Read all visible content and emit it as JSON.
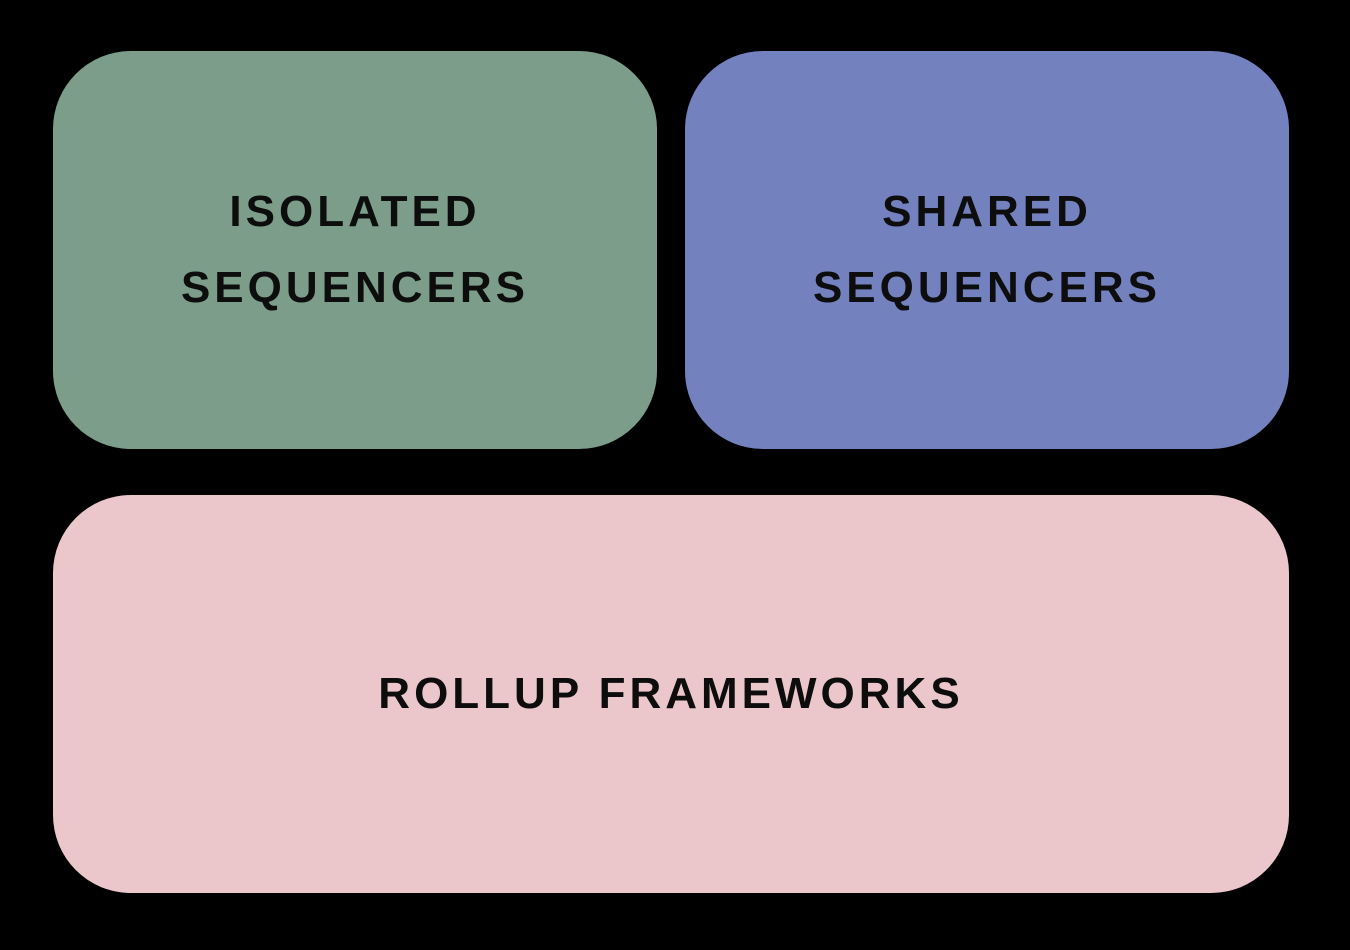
{
  "boxes": {
    "isolated": {
      "line1": "ISOLATED",
      "line2": "SEQUENCERS",
      "color": "#7b9d89"
    },
    "shared": {
      "line1": "SHARED",
      "line2": "SEQUENCERS",
      "color": "#7381be"
    },
    "rollup": {
      "line1": "ROLLUP FRAMEWORKS",
      "color": "#ebc7cb"
    }
  },
  "background": "#000000"
}
